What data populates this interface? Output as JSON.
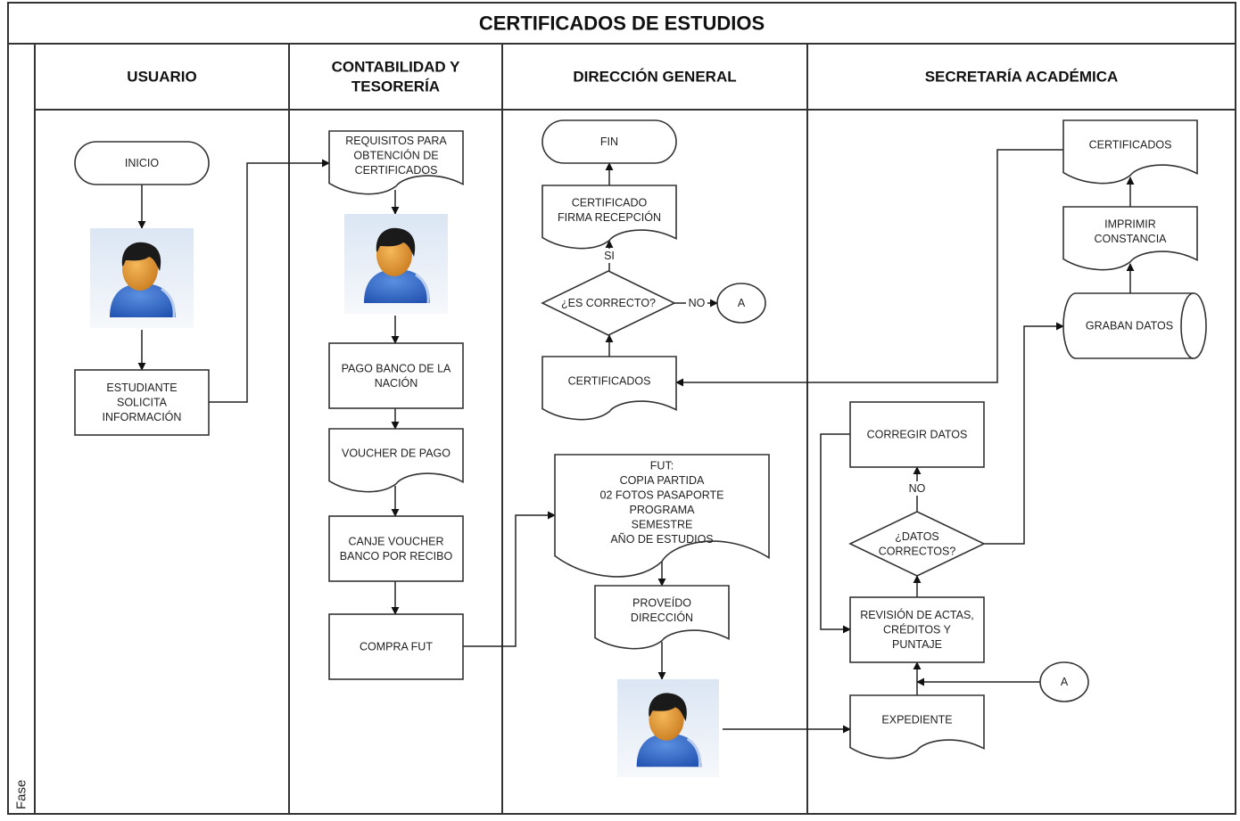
{
  "title": "CERTIFICADOS DE ESTUDIOS",
  "phase_label": "Fase",
  "lanes": [
    {
      "id": "usuario",
      "lines": [
        "USUARIO"
      ]
    },
    {
      "id": "contabilidad",
      "lines": [
        "CONTABILIDAD Y",
        "TESORERÍA"
      ]
    },
    {
      "id": "direccion",
      "lines": [
        "DIRECCIÓN GENERAL"
      ]
    },
    {
      "id": "secretaria",
      "lines": [
        "SECRETARÍA ACADÉMICA"
      ]
    }
  ],
  "nodes": {
    "inicio": {
      "type": "terminator",
      "lane": "usuario",
      "lines": [
        "INICIO"
      ]
    },
    "usuario_actor": {
      "type": "actor",
      "lane": "usuario",
      "icon": "user-icon"
    },
    "estudiante_solicita": {
      "type": "process",
      "lane": "usuario",
      "lines": [
        "ESTUDIANTE",
        "SOLICITA",
        "INFORMACIÓN"
      ]
    },
    "requisitos": {
      "type": "document",
      "lane": "contabilidad",
      "lines": [
        "REQUISITOS PARA",
        "OBTENCIÓN DE",
        "CERTIFICADOS"
      ]
    },
    "contabilidad_actor": {
      "type": "actor",
      "lane": "contabilidad",
      "icon": "user-icon"
    },
    "pago_banco": {
      "type": "process",
      "lane": "contabilidad",
      "lines": [
        "PAGO BANCO DE LA",
        "NACIÓN"
      ]
    },
    "voucher_pago": {
      "type": "document",
      "lane": "contabilidad",
      "lines": [
        "VOUCHER DE PAGO"
      ]
    },
    "canje_voucher": {
      "type": "process",
      "lane": "contabilidad",
      "lines": [
        "CANJE VOUCHER",
        "BANCO POR RECIBO"
      ]
    },
    "compra_fut": {
      "type": "process",
      "lane": "contabilidad",
      "lines": [
        "COMPRA FUT"
      ]
    },
    "fin": {
      "type": "terminator",
      "lane": "direccion",
      "lines": [
        "FIN"
      ]
    },
    "certificado_firma": {
      "type": "document",
      "lane": "direccion",
      "lines": [
        "CERTIFICADO",
        "FIRMA RECEPCIÓN"
      ]
    },
    "es_correcto": {
      "type": "decision",
      "lane": "direccion",
      "lines": [
        "¿ES CORRECTO?"
      ]
    },
    "conector_a_out": {
      "type": "connector",
      "lane": "direccion",
      "lines": [
        "A"
      ]
    },
    "certificados_dir": {
      "type": "document",
      "lane": "direccion",
      "lines": [
        "CERTIFICADOS"
      ]
    },
    "fut_requisitos": {
      "type": "document",
      "lane": "direccion",
      "lines": [
        "FUT:",
        "COPIA PARTIDA",
        "02 FOTOS PASAPORTE",
        "PROGRAMA",
        "SEMESTRE",
        "AÑO DE ESTUDIOS"
      ]
    },
    "proveido": {
      "type": "document",
      "lane": "direccion",
      "lines": [
        "PROVEÍDO",
        "DIRECCIÓN"
      ]
    },
    "direccion_actor": {
      "type": "actor",
      "lane": "direccion",
      "icon": "user-icon"
    },
    "certificados_sec": {
      "type": "document",
      "lane": "secretaria",
      "lines": [
        "CERTIFICADOS"
      ]
    },
    "imprimir_constancia": {
      "type": "document",
      "lane": "secretaria",
      "lines": [
        "IMPRIMIR",
        "CONSTANCIA"
      ]
    },
    "graban_datos": {
      "type": "storage",
      "lane": "secretaria",
      "lines": [
        "GRABAN DATOS"
      ]
    },
    "corregir_datos": {
      "type": "process",
      "lane": "secretaria",
      "lines": [
        "CORREGIR DATOS"
      ]
    },
    "datos_correctos": {
      "type": "decision",
      "lane": "secretaria",
      "lines": [
        "¿DATOS",
        "CORRECTOS?"
      ]
    },
    "revision_actas": {
      "type": "process",
      "lane": "secretaria",
      "lines": [
        "REVISIÓN DE ACTAS,",
        "CRÉDITOS Y",
        "PUNTAJE"
      ]
    },
    "conector_a_in": {
      "type": "connector",
      "lane": "secretaria",
      "lines": [
        "A"
      ]
    },
    "expediente": {
      "type": "document",
      "lane": "secretaria",
      "lines": [
        "EXPEDIENTE"
      ]
    }
  },
  "edges": [
    {
      "from": "inicio",
      "to": "usuario_actor"
    },
    {
      "from": "usuario_actor",
      "to": "estudiante_solicita"
    },
    {
      "from": "estudiante_solicita",
      "to": "requisitos"
    },
    {
      "from": "requisitos",
      "to": "contabilidad_actor"
    },
    {
      "from": "contabilidad_actor",
      "to": "pago_banco"
    },
    {
      "from": "pago_banco",
      "to": "voucher_pago"
    },
    {
      "from": "voucher_pago",
      "to": "canje_voucher"
    },
    {
      "from": "canje_voucher",
      "to": "compra_fut"
    },
    {
      "from": "compra_fut",
      "to": "fut_requisitos"
    },
    {
      "from": "fut_requisitos",
      "to": "proveido"
    },
    {
      "from": "proveido",
      "to": "direccion_actor"
    },
    {
      "from": "direccion_actor",
      "to": "expediente"
    },
    {
      "from": "expediente",
      "to": "revision_actas"
    },
    {
      "from": "conector_a_in",
      "to": "revision_actas"
    },
    {
      "from": "revision_actas",
      "to": "datos_correctos"
    },
    {
      "from": "datos_correctos",
      "to": "corregir_datos",
      "label": "NO"
    },
    {
      "from": "corregir_datos",
      "to": "revision_actas"
    },
    {
      "from": "datos_correctos",
      "to": "graban_datos"
    },
    {
      "from": "graban_datos",
      "to": "imprimir_constancia"
    },
    {
      "from": "imprimir_constancia",
      "to": "certificados_sec"
    },
    {
      "from": "certificados_sec",
      "to": "certificados_dir"
    },
    {
      "from": "certificados_dir",
      "to": "es_correcto"
    },
    {
      "from": "es_correcto",
      "to": "certificado_firma",
      "label": "SI"
    },
    {
      "from": "es_correcto",
      "to": "conector_a_out",
      "label": "NO"
    },
    {
      "from": "certificado_firma",
      "to": "fin"
    }
  ]
}
